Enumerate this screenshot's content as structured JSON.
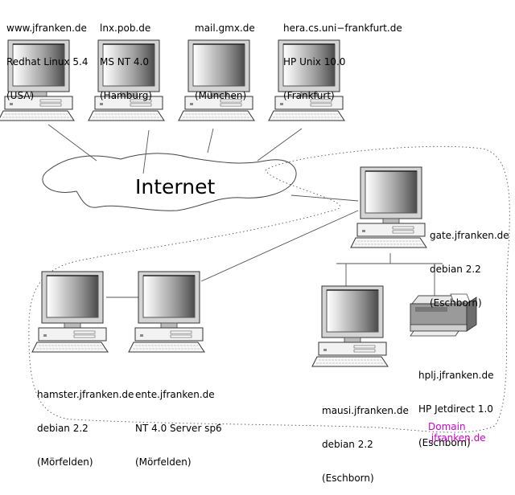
{
  "network": {
    "cloud_label": "Internet",
    "domain_label": "Domain .jfranken.de",
    "domain_color": "#cc00cc",
    "remote_hosts": [
      {
        "id": "www",
        "lines": [
          "www.jfranken.de",
          "Redhat Linux 5.4",
          "(USA)"
        ]
      },
      {
        "id": "lnx",
        "lines": [
          "lnx.pob.de",
          "MS NT 4.0",
          "(Hamburg)"
        ]
      },
      {
        "id": "mail",
        "lines": [
          "mail.gmx.de",
          "",
          "(München)"
        ]
      },
      {
        "id": "hera",
        "lines": [
          "hera.cs.uni−frankfurt.de",
          "HP Unix 10.0",
          "(Frankfurt)"
        ]
      }
    ],
    "local_hosts": [
      {
        "id": "gate",
        "lines": [
          "gate.jfranken.de",
          "debian 2.2",
          "(Eschborn)"
        ]
      },
      {
        "id": "hamster",
        "lines": [
          "hamster.jfranken.de",
          "debian 2.2",
          "(Mörfelden)"
        ]
      },
      {
        "id": "ente",
        "lines": [
          "ente.jfranken.de",
          "NT 4.0 Server sp6",
          "(Mörfelden)"
        ]
      },
      {
        "id": "mausi",
        "lines": [
          "mausi.jfranken.de",
          "debian 2.2",
          "(Eschborn)"
        ]
      },
      {
        "id": "hplj",
        "lines": [
          "hplj.jfranken.de",
          "HP Jetdirect 1.0",
          "(Eschborn)"
        ]
      }
    ]
  }
}
